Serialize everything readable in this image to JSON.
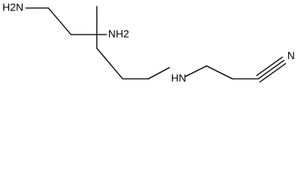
{
  "molecule": {
    "atoms": {
      "amino_terminal": "H2N",
      "amino_quaternary": "NH2",
      "secondary_amine": "HN",
      "nitrile_nitrogen": "N"
    },
    "colors": {
      "bond": "#000000",
      "text": "#000000",
      "background": "#ffffff"
    }
  }
}
